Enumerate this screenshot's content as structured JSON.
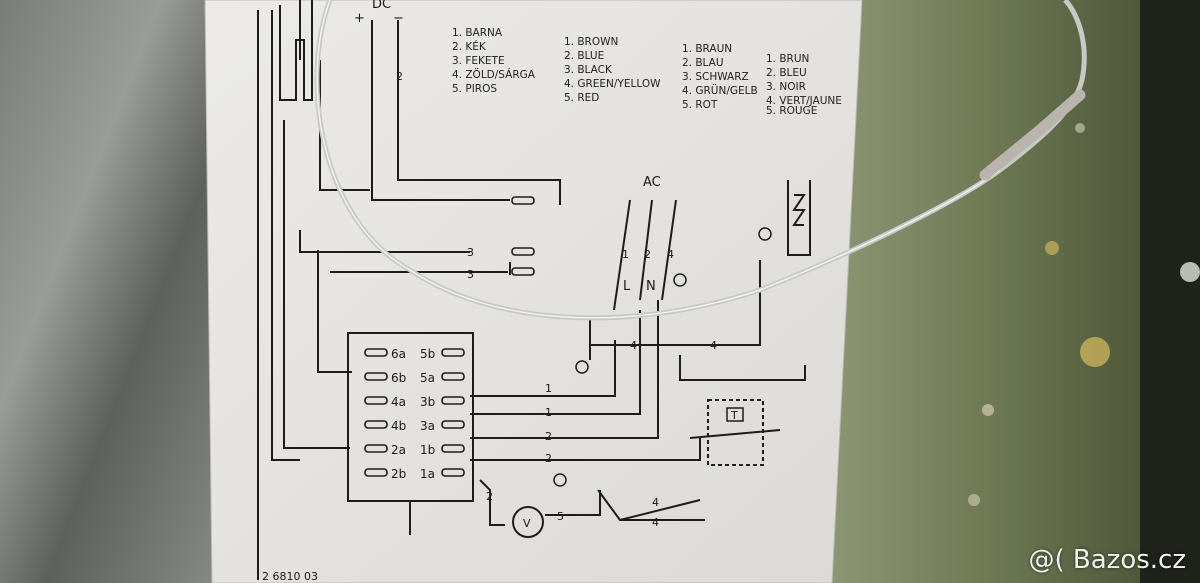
{
  "diagram": {
    "dc_label": "DC",
    "ac_label": "AC",
    "plus_sign": "+",
    "minus_sign": "−",
    "colors_hu": [
      "1. BARNA",
      "2. KÉK",
      "3. FEKETE",
      "4. ZÖLD/SÁRGA",
      "5. PIROS"
    ],
    "colors_en": [
      "1. BROWN",
      "2. BLUE",
      "3. BLACK",
      "4. GREEN/YELLOW",
      "5. RED"
    ],
    "colors_de": [
      "1. BRAUN",
      "2. BLAU",
      "3. SCHWARZ",
      "4. GRÜN/GELB",
      "5. ROT"
    ],
    "colors_fr": [
      "1. BRUN",
      "2. BLEU",
      "3. NOIR",
      "4. VERT/JAUNE",
      "5. ROUGE"
    ],
    "ac_terminals": [
      "L",
      "N"
    ],
    "ac_wire_numbers": [
      "1",
      "2",
      "4"
    ],
    "connector_left": [
      "6a",
      "6b",
      "4a",
      "4b",
      "2a",
      "2b"
    ],
    "connector_right": [
      "5b",
      "5a",
      "3b",
      "3a",
      "1b",
      "1a"
    ],
    "wire_numbers": {
      "dc": "2",
      "w3a": "3",
      "w3b": "3",
      "w4a": "4",
      "w4b": "4",
      "w3b_1": "1",
      "w3a_1": "1",
      "w1b_2": "2",
      "w1a_2": "2",
      "w_bottom_2": "2",
      "w_v_5": "5",
      "w_th_4": "4",
      "w_th_4b": "4"
    },
    "thermostat_label": "T",
    "voltmeter_label": "V",
    "part_code": "2 6810 03"
  },
  "watermark": "@( Bazos.cz"
}
